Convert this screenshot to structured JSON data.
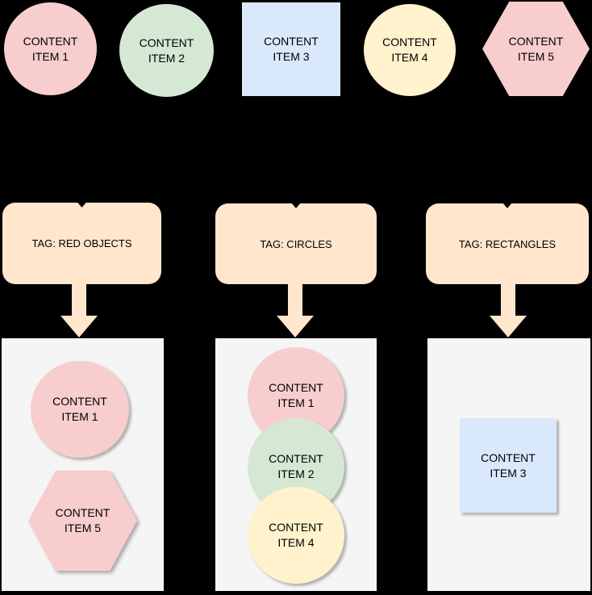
{
  "colors": {
    "background": "#000000",
    "pink": "#f8cdcd",
    "green": "#d5e8d4",
    "blue": "#dae8fc",
    "yellow": "#fff2cc",
    "peach": "#ffe6cc",
    "container_bg": "#f5f5f5",
    "text": "#000000",
    "connector": "#000000"
  },
  "top_items": [
    {
      "id": "item-1",
      "shape": "circle",
      "label": "CONTENT\nITEM 1",
      "color": "#f8cdcd"
    },
    {
      "id": "item-2",
      "shape": "circle",
      "label": "CONTENT\nITEM 2",
      "color": "#d5e8d4"
    },
    {
      "id": "item-3",
      "shape": "square",
      "label": "CONTENT\nITEM 3",
      "color": "#dae8fc"
    },
    {
      "id": "item-4",
      "shape": "circle",
      "label": "CONTENT\nITEM 4",
      "color": "#fff2cc"
    },
    {
      "id": "item-5",
      "shape": "hexagon",
      "label": "CONTENT\nITEM 5",
      "color": "#f8cdcd"
    }
  ],
  "tags": [
    {
      "label": "TAG: RED OBJECTS",
      "color": "#ffe6cc"
    },
    {
      "label": "TAG: CIRCLES",
      "color": "#ffe6cc"
    },
    {
      "label": "TAG: RECTANGLES",
      "color": "#ffe6cc"
    }
  ],
  "groups": [
    {
      "tag": "TAG: RED OBJECTS",
      "background": "#f5f5f5",
      "items": [
        {
          "shape": "circle",
          "label": "CONTENT\nITEM 1",
          "color": "#f8cdcd"
        },
        {
          "shape": "hexagon",
          "label": "CONTENT\nITEM 5",
          "color": "#f8cdcd"
        }
      ]
    },
    {
      "tag": "TAG: CIRCLES",
      "background": "#f5f5f5",
      "items": [
        {
          "shape": "circle",
          "label": "CONTENT\nITEM 1",
          "color": "#f8cdcd"
        },
        {
          "shape": "circle",
          "label": "CONTENT\nITEM 2",
          "color": "#d5e8d4"
        },
        {
          "shape": "circle",
          "label": "CONTENT\nITEM 4",
          "color": "#fff2cc"
        }
      ]
    },
    {
      "tag": "TAG: RECTANGLES",
      "background": "#f5f5f5",
      "items": [
        {
          "shape": "square",
          "label": "CONTENT\nITEM 3",
          "color": "#dae8fc"
        }
      ]
    }
  ]
}
